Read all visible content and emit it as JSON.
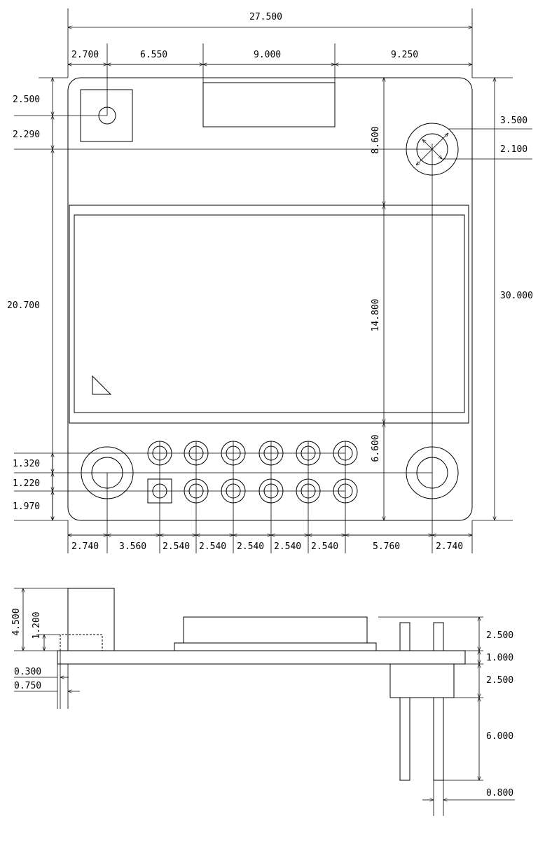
{
  "top_view": {
    "overall_width": "27.500",
    "top_segments": [
      "2.700",
      "6.550",
      "9.000",
      "9.250"
    ],
    "left_dims": [
      "2.500",
      "2.290",
      "20.700"
    ],
    "left_lower_dims": [
      "1.320",
      "1.220",
      "1.970"
    ],
    "right_total": "30.000",
    "vertical_inner": [
      "8.600",
      "14.800",
      "6.600"
    ],
    "hole_dims": [
      "3.500",
      "2.100"
    ],
    "bottom_segments": [
      "2.740",
      "3.560",
      "2.540",
      "2.540",
      "2.540",
      "2.540",
      "2.540",
      "5.760",
      "2.740"
    ]
  },
  "side_view": {
    "left_dims": [
      "4.500",
      "1.200",
      "0.300",
      "0.750"
    ],
    "right_dims": [
      "2.500",
      "1.000",
      "2.500",
      "6.000",
      "0.800"
    ]
  }
}
